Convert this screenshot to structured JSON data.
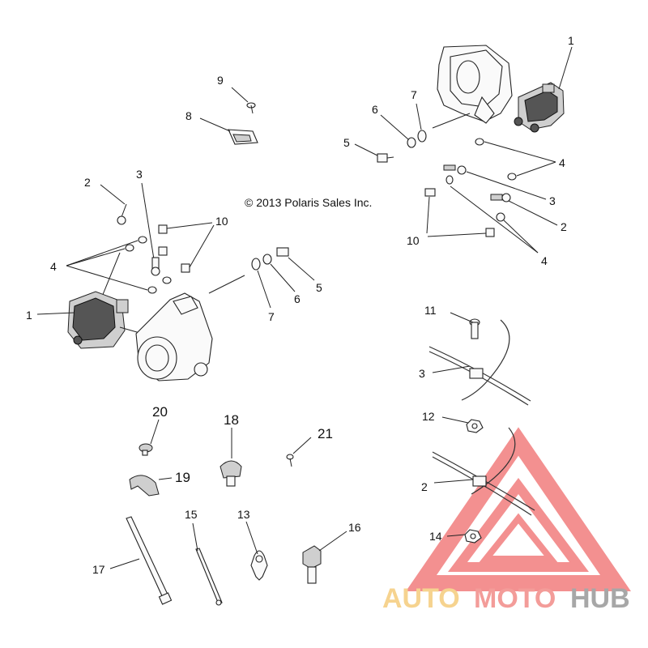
{
  "copyright": "© 2013 Polaris Sales Inc.",
  "callouts": {
    "c1_tr": "1",
    "c9": "9",
    "c8": "8",
    "c7_tr": "7",
    "c6_tr": "6",
    "c5_tr": "5",
    "c4_tr_a": "4",
    "c3_tr": "3",
    "c2_tr": "2",
    "c10_tr": "10",
    "c4_tr_b": "4",
    "c2_l": "2",
    "c3_l": "3",
    "c10_l": "10",
    "c4_l": "4",
    "c1_l": "1",
    "c7_l": "7",
    "c6_l": "6",
    "c5_l": "5",
    "c11": "11",
    "c3_cable": "3",
    "c12": "12",
    "c2_cable": "2",
    "c14": "14",
    "c20": "20",
    "c18": "18",
    "c21": "21",
    "c19": "19",
    "c17": "17",
    "c15": "15",
    "c13": "13",
    "c16": "16"
  },
  "watermark": {
    "part1": "AUTO",
    "part2": "MOTO",
    "part3": "HUB",
    "colors": {
      "auto": "#f4c56a",
      "moto": "#f07b77",
      "hub": "#8a8a8a",
      "triangle": "#ef6b6b"
    }
  }
}
